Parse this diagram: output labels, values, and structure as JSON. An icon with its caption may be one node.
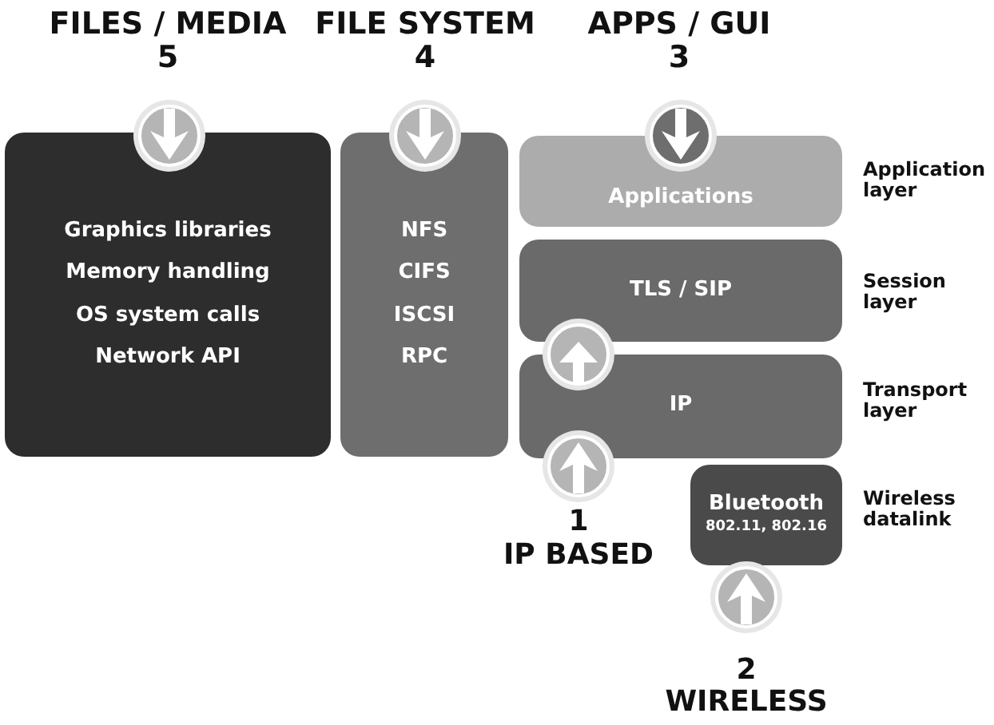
{
  "diagram": {
    "nodes": [
      {
        "text": [
          "Graphics libraries",
          "Memory handling",
          "OS system calls",
          "Network API"
        ]
      },
      {
        "text": [
          "NFS",
          "CIFS",
          "ISCSI",
          "RPC"
        ]
      },
      {
        "text": [
          "Applications"
        ]
      },
      {
        "text": [
          "TLS / SIP"
        ]
      },
      {
        "text": [
          "IP"
        ]
      },
      {
        "text": [
          "Bluetooth",
          "802.11, 802.16"
        ]
      }
    ],
    "edges": [
      {
        "from": 4,
        "to": 3,
        "arrow": "to"
      }
    ],
    "labels": [
      "FILES / MEDIA",
      "5",
      "FILE SYSTEM",
      "4",
      "APPS / GUI",
      "3",
      "Application layer",
      "Session layer",
      "Transport layer",
      "1",
      "IP BASED",
      "Wireless datalink",
      "2",
      "WIRELESS"
    ]
  }
}
